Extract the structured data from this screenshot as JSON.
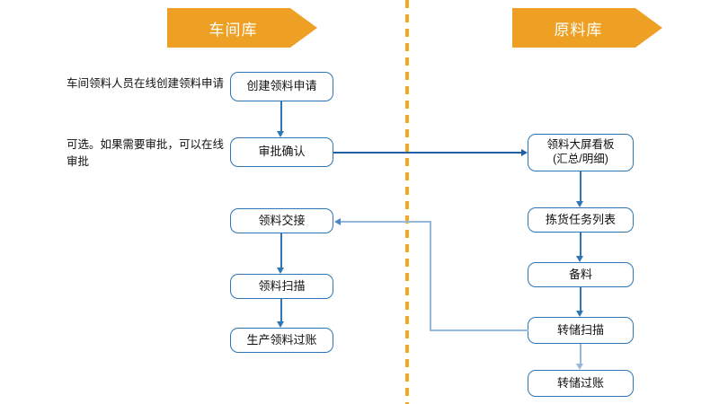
{
  "diagram": {
    "title_lanes": {
      "left_lane_label": "车间库",
      "right_lane_label": "原料库"
    },
    "annotations": [
      {
        "id": "note-create",
        "text": "车间领料人员在线创建领料申请"
      },
      {
        "id": "note-approve",
        "text": "可选。如果需要审批，可以在线审批"
      }
    ],
    "left_lane_nodes": [
      {
        "id": "create-request",
        "label": "创建领料申请"
      },
      {
        "id": "approval-confirm",
        "label": "审批确认"
      },
      {
        "id": "material-handover",
        "label": "领料交接"
      },
      {
        "id": "material-scan",
        "label": "领料扫描"
      },
      {
        "id": "production-posting",
        "label": "生产领料过账"
      }
    ],
    "right_lane_nodes": [
      {
        "id": "dashboard",
        "label": "领料大屏看板\n(汇总/明细)",
        "line1": "领料大屏看板",
        "line2": "(汇总/明细)"
      },
      {
        "id": "picking-task-list",
        "label": "拣货任务列表"
      },
      {
        "id": "prepare-material",
        "label": "备料"
      },
      {
        "id": "transfer-scan",
        "label": "转储扫描"
      },
      {
        "id": "transfer-posting",
        "label": "转储过账"
      }
    ],
    "connections": [
      {
        "from": "create-request",
        "to": "approval-confirm",
        "style": "solid-down"
      },
      {
        "from": "approval-confirm",
        "to": "dashboard",
        "style": "solid-right"
      },
      {
        "from": "dashboard",
        "to": "picking-task-list",
        "style": "solid-down"
      },
      {
        "from": "picking-task-list",
        "to": "prepare-material",
        "style": "solid-down"
      },
      {
        "from": "prepare-material",
        "to": "transfer-scan",
        "style": "solid-down"
      },
      {
        "from": "transfer-scan",
        "to": "transfer-posting",
        "style": "solid-down"
      },
      {
        "from": "transfer-scan",
        "to": "material-handover",
        "style": "elbow-left"
      },
      {
        "from": "material-handover",
        "to": "material-scan",
        "style": "solid-down"
      },
      {
        "from": "material-scan",
        "to": "production-posting",
        "style": "solid-down"
      }
    ],
    "colors": {
      "banner": "#eda024",
      "divider": "#f5a623",
      "node_border": "#2e75b6",
      "connector": "#2e75b6",
      "connector_light": "#95b9dd",
      "background": "#ffffff"
    }
  }
}
